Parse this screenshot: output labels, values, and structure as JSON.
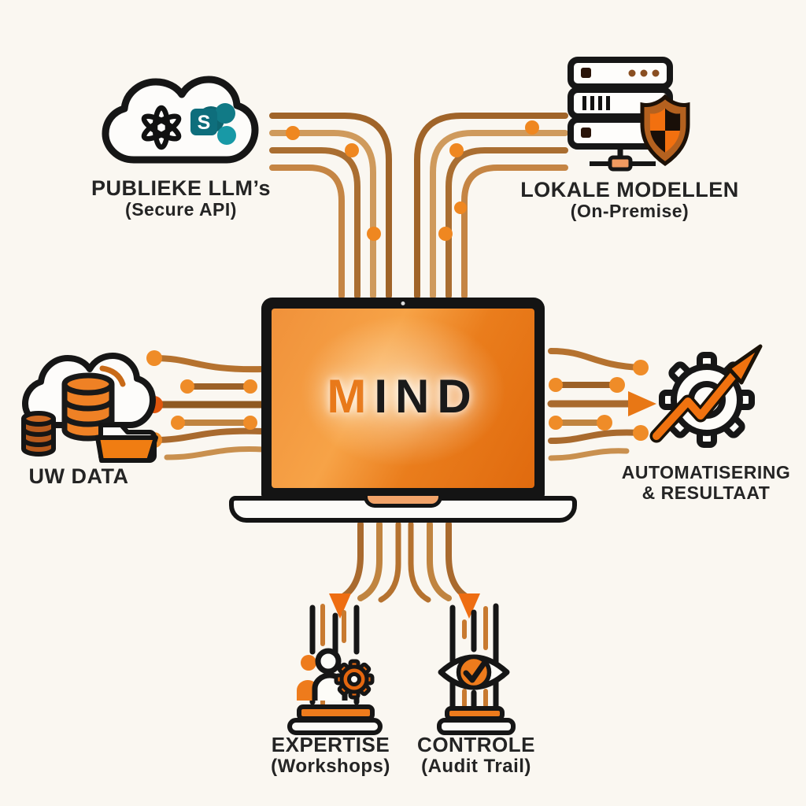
{
  "center": {
    "product_name_accent": "M",
    "product_name_rest": "IND"
  },
  "nodes": {
    "publieke_llms": {
      "title": "PUBLIEKE LLM’s",
      "subtitle": "(Secure API)"
    },
    "lokale_modellen": {
      "title": "LOKALE MODELLEN",
      "subtitle": "(On-Premise)"
    },
    "uw_data": {
      "title": "UW DATA"
    },
    "automatisering": {
      "title_line1": "AUTOMATISERING",
      "title_line2": "& RESULTAAT"
    },
    "expertise": {
      "title": "EXPERTISE",
      "subtitle": "(Workshops)"
    },
    "controle": {
      "title": "CONTROLE",
      "subtitle": "(Audit Trail)"
    }
  },
  "icons": {
    "sharepoint_letter": "S",
    "top_left": [
      "cloud",
      "openai-logo",
      "sharepoint-logo"
    ],
    "top_right": [
      "server-rack",
      "security-shield"
    ],
    "left": [
      "cloud",
      "database-large",
      "database-small",
      "folder"
    ],
    "right": [
      "gear",
      "growth-arrow"
    ],
    "bottom_left": [
      "people",
      "gear",
      "podium"
    ],
    "bottom_right": [
      "eye-checkmark",
      "podium"
    ]
  },
  "colors": {
    "background": "#faf7f1",
    "accent_orange": "#ee7b1c",
    "deep_orange": "#e05a0e",
    "trace_brown": "#a96a2e",
    "teal": "#117a86",
    "ink": "#1c1c1c"
  }
}
